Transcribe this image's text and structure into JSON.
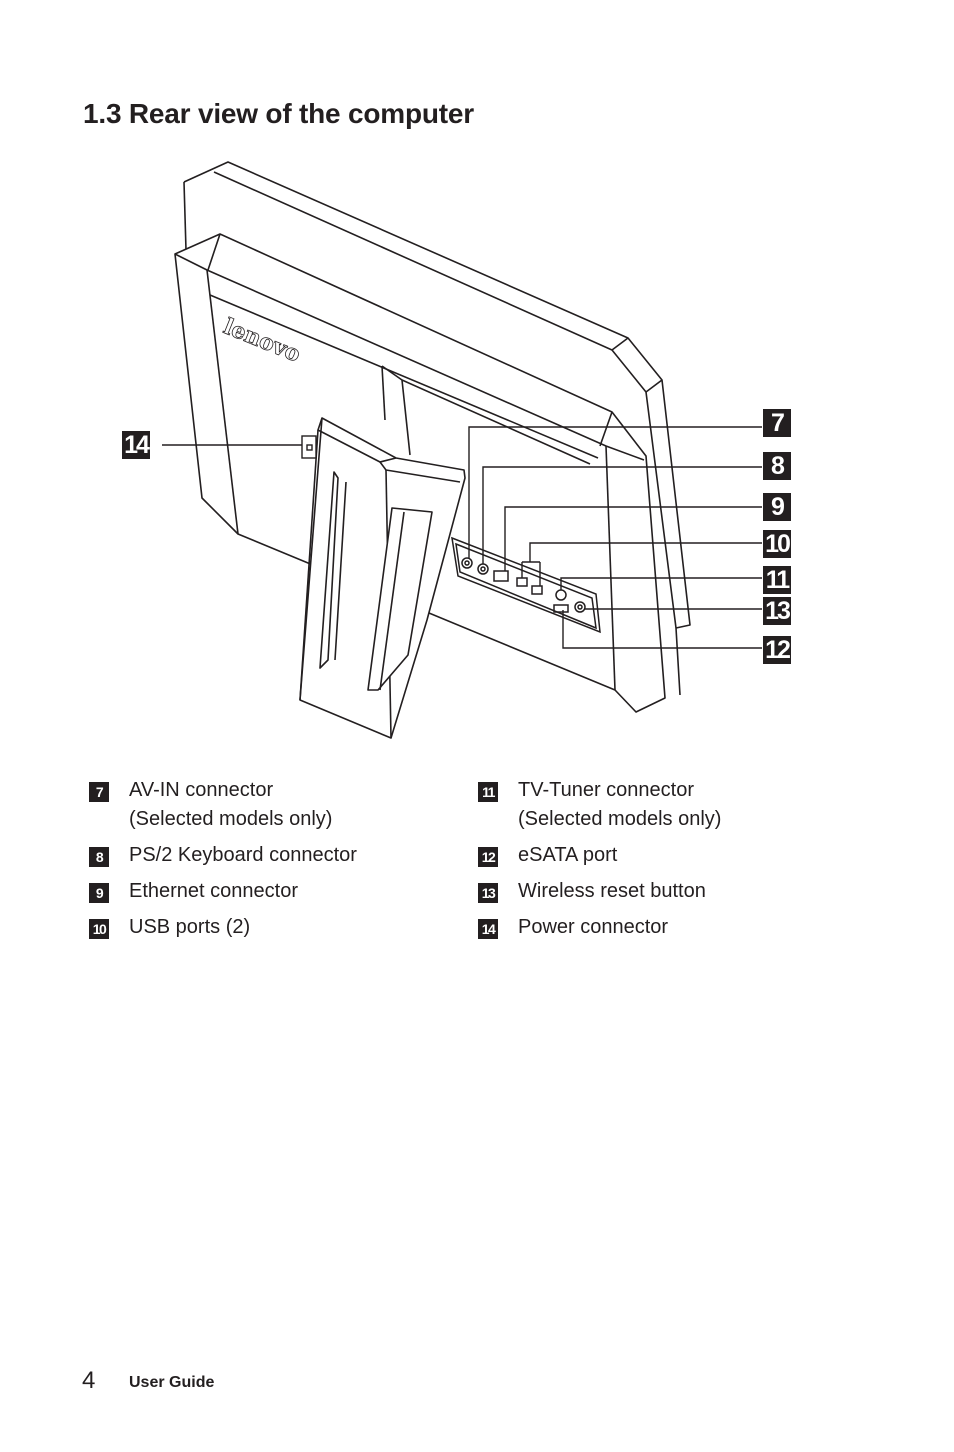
{
  "page": {
    "heading": "1.3 Rear view of the computer",
    "footer_page": "4",
    "footer_title": "User Guide"
  },
  "figure": {
    "brand": "lenovo",
    "callouts": {
      "c7": "7",
      "c8": "8",
      "c9": "9",
      "c10": "10",
      "c11": "11",
      "c13": "13",
      "c12": "12",
      "c14": "14"
    }
  },
  "legend": {
    "left": [
      {
        "num": "7",
        "label": "AV-IN connector",
        "note": "(Selected models only)"
      },
      {
        "num": "8",
        "label": "PS/2 Keyboard connector",
        "note": ""
      },
      {
        "num": "9",
        "label": "Ethernet connector",
        "note": ""
      },
      {
        "num": "10",
        "label": "USB ports (2)",
        "note": ""
      }
    ],
    "right": [
      {
        "num": "11",
        "label": "TV-Tuner connector",
        "note": "(Selected models only)"
      },
      {
        "num": "12",
        "label": "eSATA port",
        "note": ""
      },
      {
        "num": "13",
        "label": "Wireless reset button",
        "note": ""
      },
      {
        "num": "14",
        "label": "Power connector",
        "note": ""
      }
    ]
  }
}
